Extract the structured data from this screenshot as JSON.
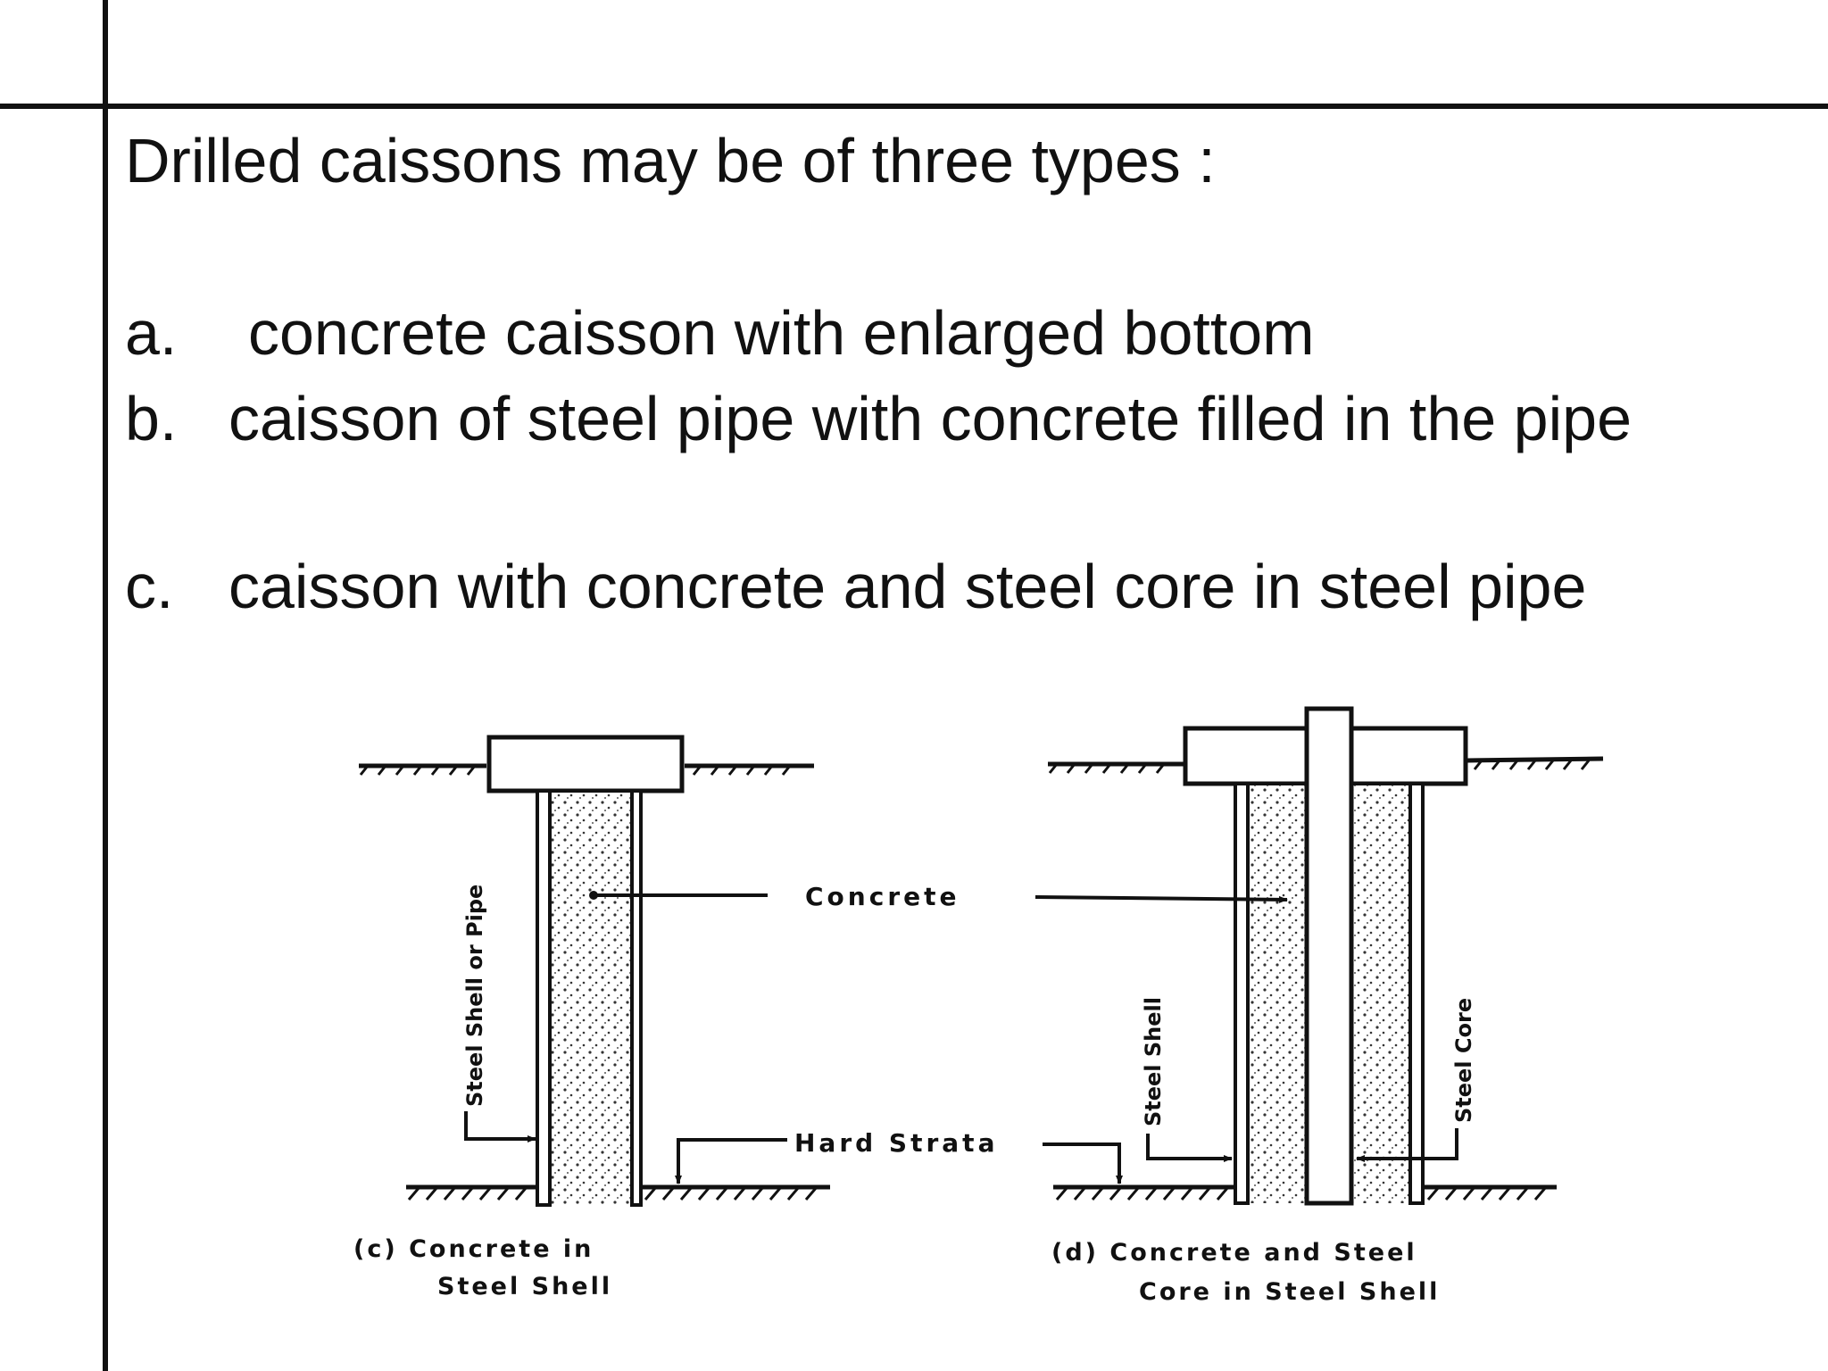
{
  "slide": {
    "heading": "Drilled caissons may be of three types :",
    "items": [
      {
        "marker": "a.",
        "text": "concrete caisson with enlarged bottom"
      },
      {
        "marker": "b.",
        "text": "caisson of steel pipe with concrete filled in the pipe"
      },
      {
        "marker": "c.",
        "text": "caisson with concrete and steel core in steel pipe"
      }
    ]
  },
  "figure": {
    "label_concrete": "Concrete",
    "label_hard_strata": "Hard Strata",
    "label_steel_shell_or_pipe": "Steel Shell or Pipe",
    "label_steel_shell": "Steel Shell",
    "label_steel_core": "Steel Core",
    "caption_c_line1": "(c) Concrete in",
    "caption_c_line2": "Steel Shell",
    "caption_d_line1": "(d) Concrete and Steel",
    "caption_d_line2": "Core in Steel Shell"
  }
}
